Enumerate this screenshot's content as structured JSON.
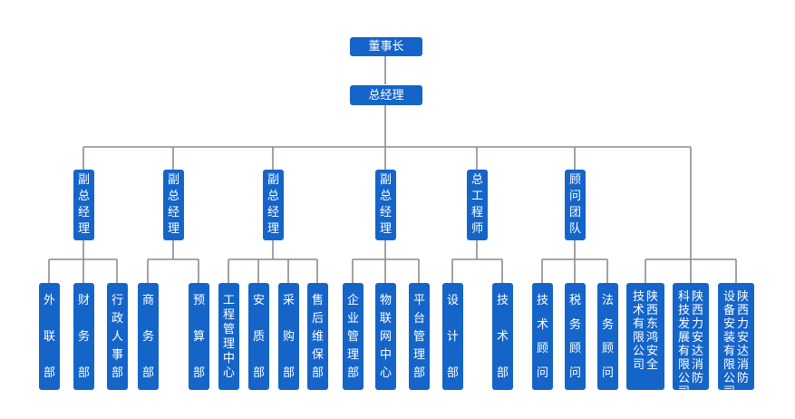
{
  "top": {
    "chairman": "董事长",
    "gm": "总经理"
  },
  "level2": [
    {
      "id": "vgm-1",
      "label": "副总经理"
    },
    {
      "id": "vgm-2",
      "label": "副总经理"
    },
    {
      "id": "vgm-3",
      "label": "副总经理"
    },
    {
      "id": "vgm-4",
      "label": "副总经理"
    },
    {
      "id": "chief-engineer",
      "label": "总工程师"
    },
    {
      "id": "advisory-team",
      "label": "顾问团队"
    }
  ],
  "departments": [
    {
      "id": "external-liaison",
      "label": "外联部"
    },
    {
      "id": "finance",
      "label": "财务部"
    },
    {
      "id": "admin-hr",
      "label": "行政人事部"
    },
    {
      "id": "business",
      "label": "商务部"
    },
    {
      "id": "budget",
      "label": "预算部"
    },
    {
      "id": "engineering-mgmt",
      "label": "工程管理中心"
    },
    {
      "id": "quality-safety",
      "label": "安质部"
    },
    {
      "id": "procurement",
      "label": "采购部"
    },
    {
      "id": "after-sales",
      "label": "售后维保部"
    },
    {
      "id": "enterprise-mgmt",
      "label": "企业管理部"
    },
    {
      "id": "iot-center",
      "label": "物联网中心"
    },
    {
      "id": "platform-mgmt",
      "label": "平台管理部"
    },
    {
      "id": "design",
      "label": "设计部"
    },
    {
      "id": "technical",
      "label": "技术部"
    },
    {
      "id": "tech-advisor",
      "label": "技术顾问"
    },
    {
      "id": "tax-advisor",
      "label": "税务顾问"
    },
    {
      "id": "legal-advisor",
      "label": "法务顾问"
    }
  ],
  "companies": [
    {
      "id": "hongan-tech",
      "label": "陕西东鸿安全技术有限公司",
      "columns": [
        "陕西东鸿安全",
        "技术有限公司"
      ]
    },
    {
      "id": "lida-fire-tech",
      "label": "陕西力安达消防科技发展有限公司",
      "columns": [
        "陕西力安达消防",
        "科技发展有限公司"
      ]
    },
    {
      "id": "lida-fire-equip",
      "label": "陕西力安达消防设备安装有限公司",
      "columns": [
        "陕西力安达消防",
        "设备安装有限公司"
      ]
    }
  ]
}
